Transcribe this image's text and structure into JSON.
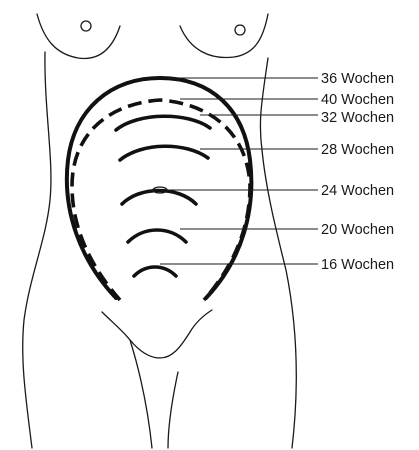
{
  "figure": {
    "labels": {
      "w36": "36 Wochen",
      "w40": "40 Wochen",
      "w32": "32 Wochen",
      "w28": "28 Wochen",
      "w24": "24 Wochen",
      "w20": "20 Wochen",
      "w16": "16 Wochen"
    }
  }
}
